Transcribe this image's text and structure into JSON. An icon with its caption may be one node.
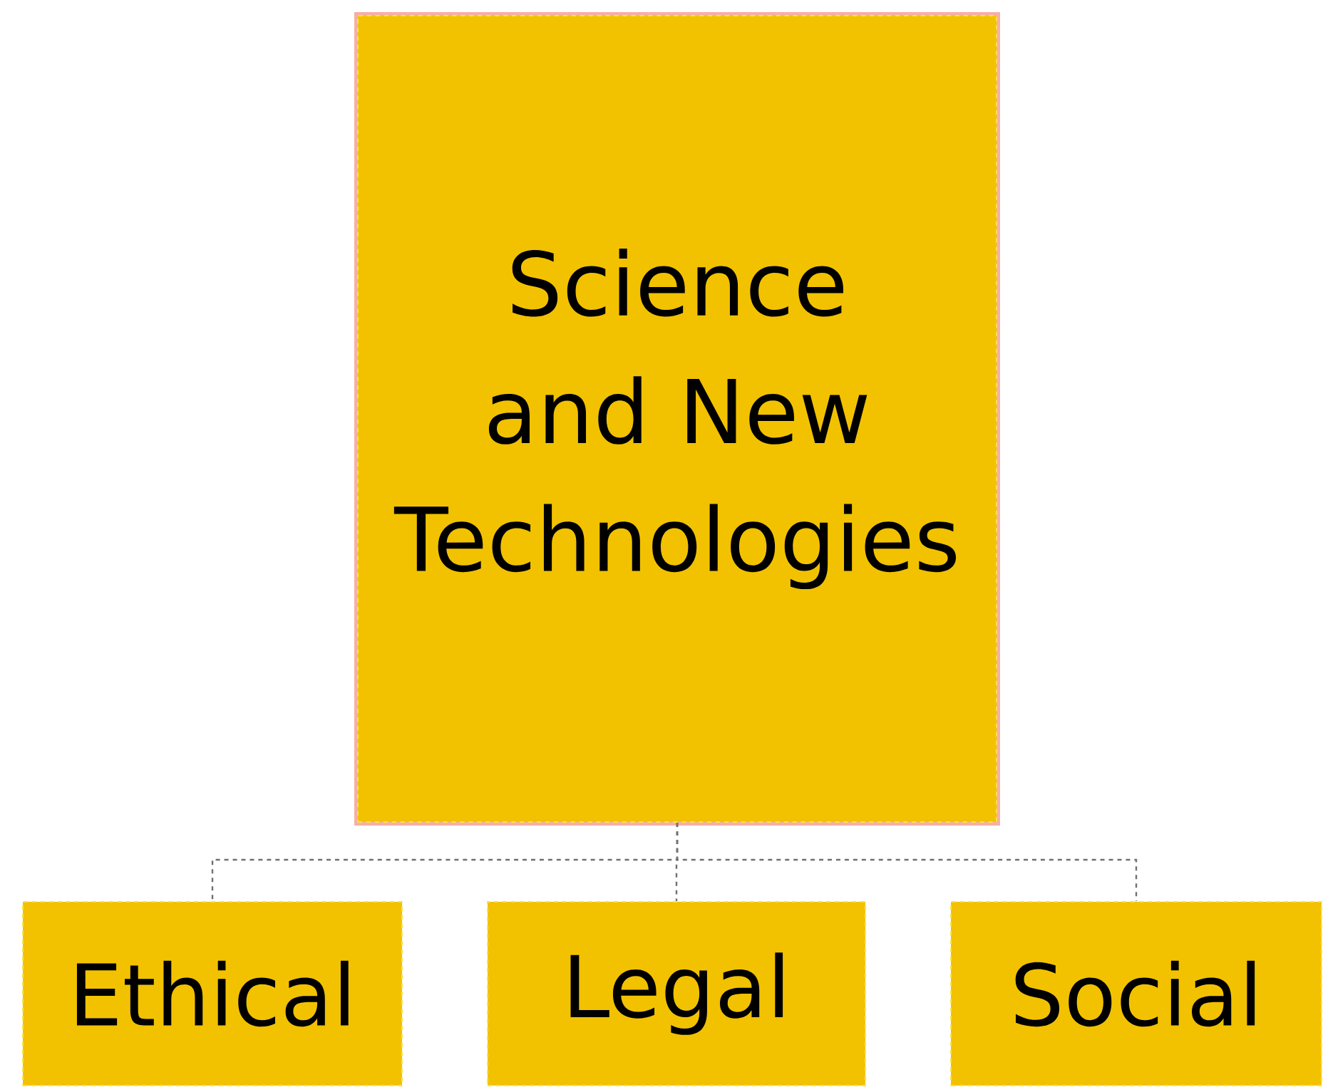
{
  "diagram": {
    "nodes": [
      {
        "text": [
          "Science and New Technologies"
        ]
      },
      {
        "text": [
          "Ethical"
        ]
      },
      {
        "text": [
          "Legal"
        ]
      },
      {
        "text": [
          "Social"
        ]
      }
    ],
    "edges": [
      {
        "from": 0,
        "to": 1,
        "arrow": "none",
        "style": "dashed"
      },
      {
        "from": 0,
        "to": 2,
        "arrow": "none",
        "style": "dashed"
      },
      {
        "from": 0,
        "to": 3,
        "arrow": "none",
        "style": "dashed"
      }
    ]
  }
}
